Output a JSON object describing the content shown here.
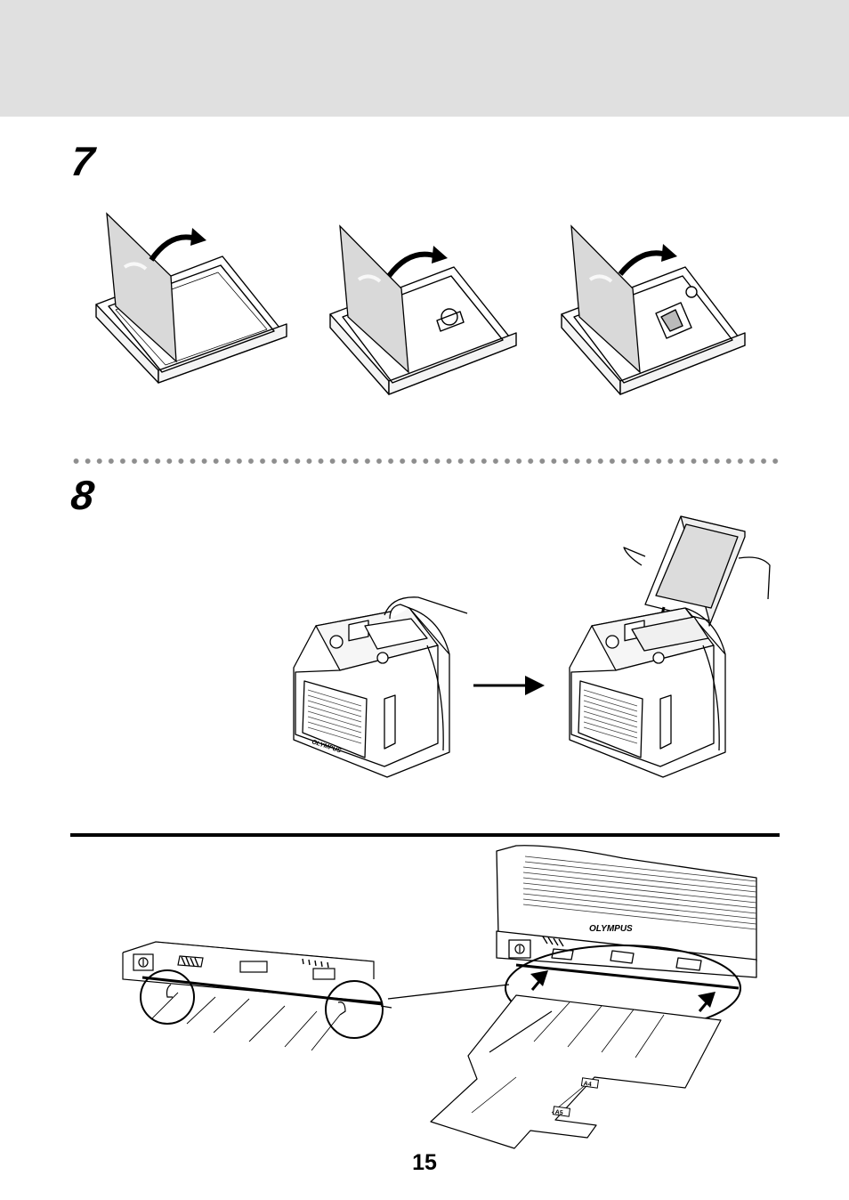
{
  "header": {
    "band_color": "#e0e0e0"
  },
  "steps": [
    {
      "number": "7"
    },
    {
      "number": "8"
    }
  ],
  "brand": {
    "name": "OLYMPUS"
  },
  "tray_labels": {
    "a4": "A4",
    "a5": "A5"
  },
  "footer": {
    "page_number": "15"
  },
  "icons": [
    "arrow-curved-icon",
    "arrow-right-icon",
    "arrow-down-icon",
    "arrow-up-icon",
    "power-icon"
  ]
}
